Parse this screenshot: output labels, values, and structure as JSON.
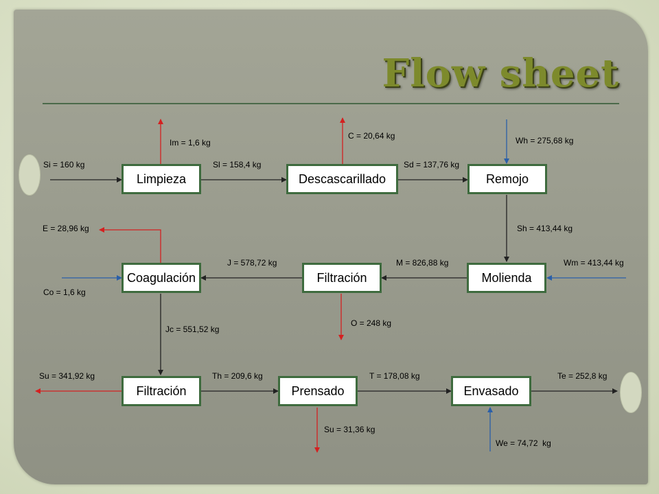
{
  "slide": {
    "title": "Flow sheet"
  },
  "colors": {
    "process_flow": "#222222",
    "output_flow": "#d42020",
    "input_flow": "#2a5fa8",
    "box_border": "#3e6b3e",
    "title": "#7d8a2c"
  },
  "processes": {
    "limpieza": "Limpieza",
    "descascarillado": "Descascarillado",
    "remojo": "Remojo",
    "coagulacion": "Coagulación",
    "filtracion_1": "Filtración",
    "molienda": "Molienda",
    "filtracion_2": "Filtración",
    "prensado": "Prensado",
    "envasado": "Envasado"
  },
  "streams": {
    "si": "Si = 160 kg",
    "im": "Im = 1,6 kg",
    "sl": "Sl = 158,4 kg",
    "c": "C = 20,64 kg",
    "sd": "Sd = 137,76 kg",
    "wh": "Wh = 275,68 kg",
    "sh": "Sh = 413,44 kg",
    "e": "E = 28,96 kg",
    "j": "J = 578,72 kg",
    "m": "M = 826,88 kg",
    "wm": "Wm = 413,44 kg",
    "co": "Co = 1,6 kg",
    "o": "O = 248 kg",
    "jc": "Jc = 551,52 kg",
    "su_1": "Su = 341,92 kg",
    "th": "Th = 209,6 kg",
    "t": "T = 178,08 kg",
    "te": "Te = 252,8 kg",
    "su_2": "Su = 31,36 kg",
    "we": "We = 74,72  kg"
  }
}
